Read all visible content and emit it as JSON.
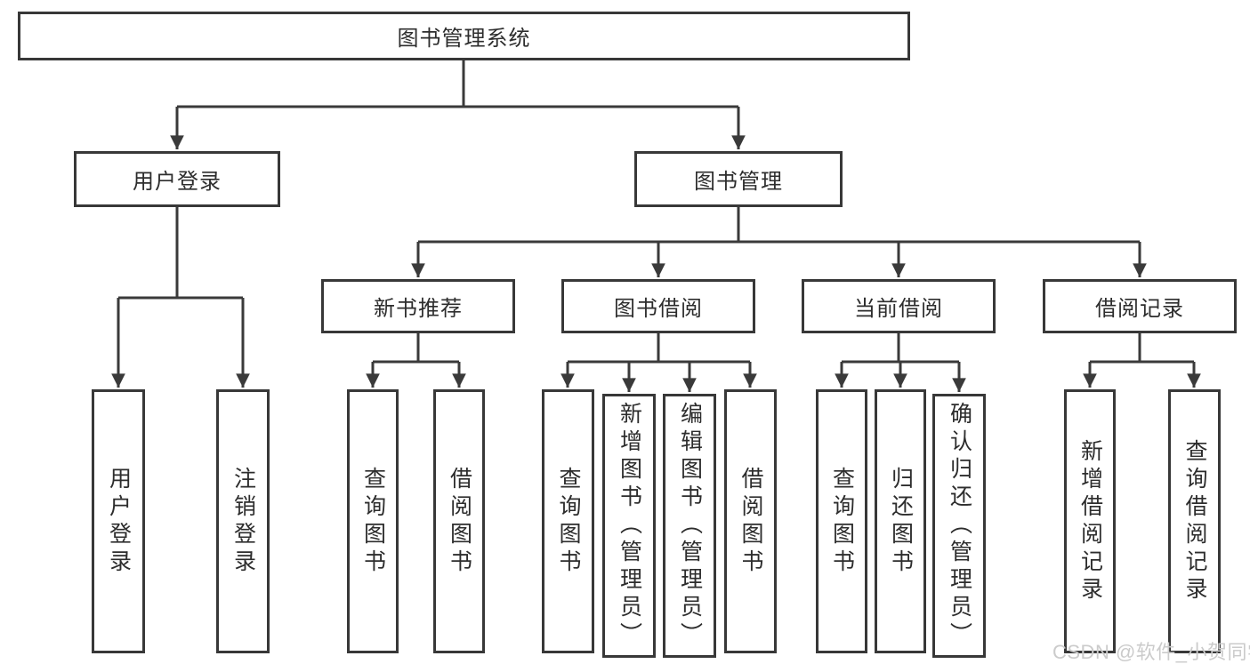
{
  "diagram": {
    "title": "图书管理系统",
    "branches": [
      {
        "label": "用户登录",
        "children": [
          {
            "label": "用户登录"
          },
          {
            "label": "注销登录"
          }
        ]
      },
      {
        "label": "图书管理",
        "children": [
          {
            "label": "新书推荐",
            "children": [
              {
                "label": "查询图书"
              },
              {
                "label": "借阅图书"
              }
            ]
          },
          {
            "label": "图书借阅",
            "children": [
              {
                "label": "查询图书"
              },
              {
                "label": "新增图书（管理员）"
              },
              {
                "label": "编辑图书（管理员）"
              },
              {
                "label": "借阅图书"
              }
            ]
          },
          {
            "label": "当前借阅",
            "children": [
              {
                "label": "查询图书"
              },
              {
                "label": "归还图书"
              },
              {
                "label": "确认归还（管理员）"
              }
            ]
          },
          {
            "label": "借阅记录",
            "children": [
              {
                "label": "新增借阅记录"
              },
              {
                "label": "查询借阅记录"
              }
            ]
          }
        ]
      }
    ]
  },
  "watermark": {
    "text": "CSDN @软件_小贺同学",
    "color": "#cbcbcb"
  },
  "colors": {
    "line": "#3a3a3a",
    "box_border": "#383838",
    "text": "#2d2d2d",
    "background": "#ffffff"
  }
}
